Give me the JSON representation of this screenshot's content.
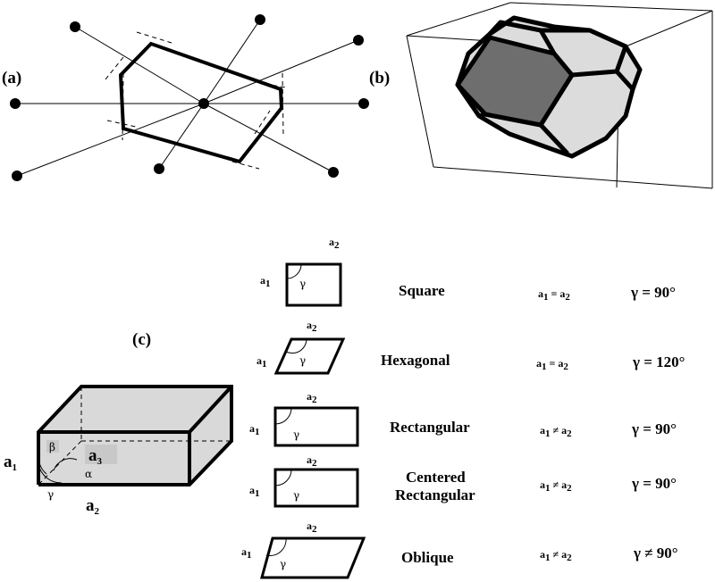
{
  "panel_labels": {
    "a": "(a)",
    "b": "(b)",
    "c": "(c)"
  },
  "box3d": {
    "a1": "a",
    "a1_sub": "1",
    "a2": "a",
    "a2_sub": "2",
    "a3": "a",
    "a3_sub": "3",
    "alpha": "α",
    "beta": "β",
    "gamma": "γ"
  },
  "lattices": [
    {
      "name_lines": [
        "Square"
      ],
      "condition_a": "a",
      "condition_rel": " = ",
      "condition_b": "a",
      "angle": "γ = 90°"
    },
    {
      "name_lines": [
        "Hexagonal"
      ],
      "condition_a": "a",
      "condition_rel": " = ",
      "condition_b": "a",
      "angle": "γ = 120°"
    },
    {
      "name_lines": [
        "Rectangular"
      ],
      "condition_a": "a",
      "condition_rel": " ≠ ",
      "condition_b": "a",
      "angle": "γ = 90°"
    },
    {
      "name_lines": [
        "Centered",
        "Rectangular"
      ],
      "condition_a": "a",
      "condition_rel": " ≠ ",
      "condition_b": "a",
      "angle": "γ = 90°"
    },
    {
      "name_lines": [
        "Oblique"
      ],
      "condition_a": "a",
      "condition_rel": " ≠ ",
      "condition_b": "a",
      "angle": "γ ≠ 90°"
    }
  ],
  "cell_labels": {
    "a": "a",
    "sub1": "1",
    "sub2": "2",
    "gamma": "γ"
  },
  "colors": {
    "dark_face": "#6e6e6e",
    "light_face": "#dcdcdc",
    "box_fill": "#d9d9d9",
    "stroke": "#000000"
  }
}
